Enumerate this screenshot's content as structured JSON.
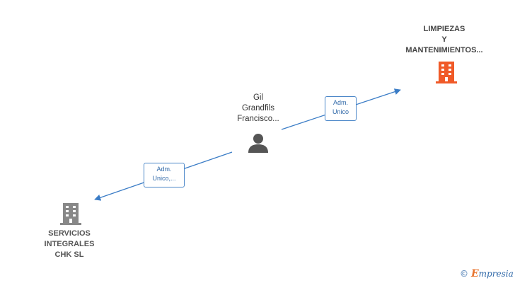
{
  "nodes": {
    "company_top": {
      "lines": [
        "LIMPIEZAS",
        "Y",
        "MANTENIMIENTOS..."
      ],
      "icon": "building-icon",
      "color": "#f05a28"
    },
    "person": {
      "lines": [
        "Gil",
        "Grandfils",
        "Francisco..."
      ],
      "icon": "person-icon",
      "color": "#555555"
    },
    "company_bottom": {
      "lines": [
        "SERVICIOS",
        "INTEGRALES",
        "CHK SL"
      ],
      "icon": "building-icon",
      "color": "#888888"
    }
  },
  "edges": [
    {
      "from": "person",
      "to": "company_top",
      "label": [
        "Adm.",
        "Unico"
      ]
    },
    {
      "from": "person",
      "to": "company_bottom",
      "label": [
        "Adm.",
        "Unico,..."
      ]
    }
  ],
  "watermark": {
    "symbol": "©",
    "initial": "E",
    "rest": "mpresia"
  },
  "colors": {
    "edge": "#3a7cc6",
    "accent": "#f05a28"
  }
}
